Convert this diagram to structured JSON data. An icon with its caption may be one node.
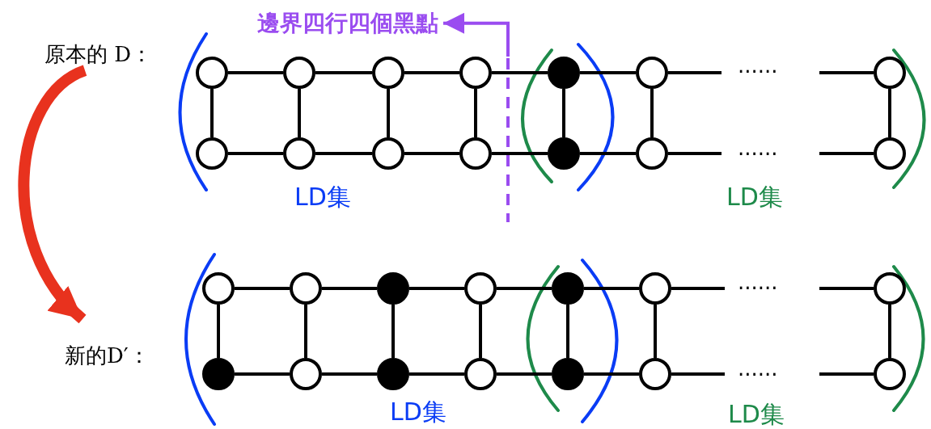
{
  "diagram": {
    "nodes": [
      {
        "text": [
          "邊界四行四個黑點"
        ]
      },
      {
        "text": [
          "原本的 D："
        ]
      },
      {
        "text": [],
        "shape": "circle"
      },
      {
        "text": [],
        "shape": "circle"
      },
      {
        "text": [],
        "shape": "circle"
      },
      {
        "text": [],
        "shape": "circle"
      },
      {
        "text": [],
        "shape": "dot"
      },
      {
        "text": [],
        "shape": "circle"
      },
      {
        "text": [],
        "shape": "circle"
      },
      {
        "text": [],
        "shape": "circle"
      },
      {
        "text": [],
        "shape": "circle"
      },
      {
        "text": [],
        "shape": "circle"
      },
      {
        "text": [],
        "shape": "circle"
      },
      {
        "text": [],
        "shape": "dot"
      },
      {
        "text": [],
        "shape": "circle"
      },
      {
        "text": [],
        "shape": "circle"
      },
      {
        "text": [],
        "shape": "circle"
      },
      {
        "text": [],
        "shape": "circle"
      },
      {
        "text": [],
        "shape": "dot"
      },
      {
        "text": [],
        "shape": "circle"
      },
      {
        "text": [],
        "shape": "dot"
      },
      {
        "text": [],
        "shape": "circle"
      },
      {
        "text": [],
        "shape": "circle"
      },
      {
        "text": [
          "新的D′："
        ]
      },
      {
        "text": [],
        "shape": "dot"
      },
      {
        "text": [],
        "shape": "circle"
      },
      {
        "text": [],
        "shape": "dot"
      },
      {
        "text": [],
        "shape": "circle"
      },
      {
        "text": [],
        "shape": "dot"
      },
      {
        "text": [],
        "shape": "circle"
      },
      {
        "text": [],
        "shape": "circle"
      }
    ],
    "edges": [
      {
        "from": 2,
        "to": 3,
        "arrow": "none"
      },
      {
        "from": 3,
        "to": 4,
        "arrow": "none"
      },
      {
        "from": 4,
        "to": 5,
        "arrow": "none"
      },
      {
        "from": 5,
        "to": 6,
        "arrow": "none"
      },
      {
        "from": 6,
        "to": 7,
        "arrow": "none"
      },
      {
        "from": 7,
        "to": null,
        "arrow": "none"
      },
      {
        "from": null,
        "to": 8,
        "arrow": "none"
      },
      {
        "from": 9,
        "to": 10,
        "arrow": "none"
      },
      {
        "from": 10,
        "to": 11,
        "arrow": "none"
      },
      {
        "from": 11,
        "to": 12,
        "arrow": "none"
      },
      {
        "from": 12,
        "to": 13,
        "arrow": "none"
      },
      {
        "from": 13,
        "to": 14,
        "arrow": "none"
      },
      {
        "from": 14,
        "to": null,
        "arrow": "none"
      },
      {
        "from": null,
        "to": 15,
        "arrow": "none"
      },
      {
        "from": 2,
        "to": 9,
        "arrow": "none"
      },
      {
        "from": 3,
        "to": 10,
        "arrow": "none"
      },
      {
        "from": 4,
        "to": 11,
        "arrow": "none"
      },
      {
        "from": 5,
        "to": 12,
        "arrow": "none"
      },
      {
        "from": 6,
        "to": 13,
        "arrow": "none"
      },
      {
        "from": 7,
        "to": 14,
        "arrow": "none"
      },
      {
        "from": 8,
        "to": 15,
        "arrow": "none"
      },
      {
        "from": 16,
        "to": 17,
        "arrow": "none"
      },
      {
        "from": 17,
        "to": 18,
        "arrow": "none"
      },
      {
        "from": 18,
        "to": 19,
        "arrow": "none"
      },
      {
        "from": 19,
        "to": 20,
        "arrow": "none"
      },
      {
        "from": 20,
        "to": 21,
        "arrow": "none"
      },
      {
        "from": 21,
        "to": null,
        "arrow": "none"
      },
      {
        "from": null,
        "to": 22,
        "arrow": "none"
      },
      {
        "from": 24,
        "to": 25,
        "arrow": "none"
      },
      {
        "from": 25,
        "to": 26,
        "arrow": "none"
      },
      {
        "from": 26,
        "to": 27,
        "arrow": "none"
      },
      {
        "from": 27,
        "to": 28,
        "arrow": "none"
      },
      {
        "from": 28,
        "to": 29,
        "arrow": "none"
      },
      {
        "from": 29,
        "to": null,
        "arrow": "none"
      },
      {
        "from": null,
        "to": 30,
        "arrow": "none"
      },
      {
        "from": 16,
        "to": 24,
        "arrow": "none"
      },
      {
        "from": 17,
        "to": 25,
        "arrow": "none"
      },
      {
        "from": 18,
        "to": 26,
        "arrow": "none"
      },
      {
        "from": 19,
        "to": 27,
        "arrow": "none"
      },
      {
        "from": 20,
        "to": 28,
        "arrow": "none"
      },
      {
        "from": 21,
        "to": 29,
        "arrow": "none"
      },
      {
        "from": 22,
        "to": 30,
        "arrow": "none"
      },
      {
        "from": 1,
        "to": 23,
        "arrow": "to",
        "style": "thick",
        "color": "#e8321e"
      },
      {
        "from": null,
        "to": 0,
        "arrow": "to",
        "color": "#9a4cf0"
      }
    ],
    "labels": [
      "......",
      "......",
      "LD集",
      "LD集",
      "......",
      "......",
      "LD集",
      "LD集"
    ]
  }
}
